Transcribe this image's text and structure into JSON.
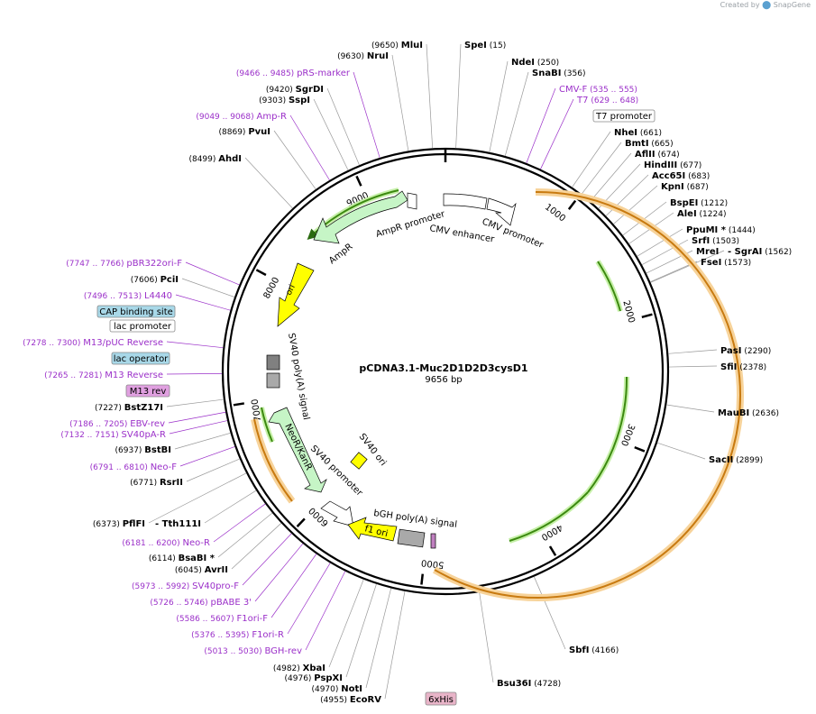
{
  "app": {
    "credit_prefix": "Created by",
    "credit_brand": "SnapGene"
  },
  "plasmid": {
    "name": "pCDNA3.1-Muc2D1D2D3cysD1",
    "size_label": "9656 bp",
    "length": 9656
  },
  "ruler_labels": [
    "1000",
    "2000",
    "3000",
    "4000",
    "5000",
    "6000",
    "7000",
    "8000",
    "9000"
  ],
  "colors": {
    "primer": "#9b30c9",
    "enzyme": "#000000",
    "cds": "#c6f5c6",
    "ori": "#ffff00",
    "orf_arc": "#e8a040",
    "polyA": "#a9a9a9",
    "promoter": "#ffffff",
    "tag_box": "#e8b4c8",
    "feature_box": "#a8d8e8"
  },
  "enzymes": [
    {
      "name": "MluI",
      "pos": "(9650)"
    },
    {
      "name": "SpeI",
      "pos": "(15)"
    },
    {
      "name": "NruI",
      "pos": "(9630)"
    },
    {
      "name": "NdeI",
      "pos": "(250)"
    },
    {
      "name": "SnaBI",
      "pos": "(356)"
    },
    {
      "name": "SgrDI",
      "pos": "(9420)"
    },
    {
      "name": "SspI",
      "pos": "(9303)"
    },
    {
      "name": "PvuI",
      "pos": "(8869)"
    },
    {
      "name": "NheI",
      "pos": "(661)"
    },
    {
      "name": "BmtI",
      "pos": "(665)"
    },
    {
      "name": "AflII",
      "pos": "(674)"
    },
    {
      "name": "HindIII",
      "pos": "(677)"
    },
    {
      "name": "Acc65I",
      "pos": "(683)"
    },
    {
      "name": "KpnI",
      "pos": "(687)"
    },
    {
      "name": "AhdI",
      "pos": "(8499)"
    },
    {
      "name": "BspEI",
      "pos": "(1212)"
    },
    {
      "name": "AleI",
      "pos": "(1224)"
    },
    {
      "name": "PpuMI *",
      "pos": "(1444)"
    },
    {
      "name": "SrfI",
      "pos": "(1503)"
    },
    {
      "name": "MreI",
      "pos": ""
    },
    {
      "name": "- SgrAI",
      "pos": "(1562)"
    },
    {
      "name": "FseI",
      "pos": "(1573)"
    },
    {
      "name": "PciI",
      "pos": "(7606)"
    },
    {
      "name": "PasI",
      "pos": "(2290)"
    },
    {
      "name": "SfiI",
      "pos": "(2378)"
    },
    {
      "name": "BstZ17I",
      "pos": "(7227)"
    },
    {
      "name": "MauBI",
      "pos": "(2636)"
    },
    {
      "name": "BstBI",
      "pos": "(6937)"
    },
    {
      "name": "SacII",
      "pos": "(2899)"
    },
    {
      "name": "RsrII",
      "pos": "(6771)"
    },
    {
      "name": "PflFI",
      "pos": "(6373)"
    },
    {
      "name": "- Tth111I",
      "pos": ""
    },
    {
      "name": "BsaBI *",
      "pos": "(6114)"
    },
    {
      "name": "AvrII",
      "pos": "(6045)"
    },
    {
      "name": "SbfI",
      "pos": "(4166)"
    },
    {
      "name": "Bsu36I",
      "pos": "(4728)"
    },
    {
      "name": "XbaI",
      "pos": "(4982)"
    },
    {
      "name": "PspXI",
      "pos": "(4976)"
    },
    {
      "name": "NotI",
      "pos": "(4970)"
    },
    {
      "name": "EcoRV",
      "pos": "(4955)"
    }
  ],
  "primers": [
    {
      "name": "pRS-marker",
      "range": "(9466 .. 9485)"
    },
    {
      "name": "CMV-F",
      "range": "(535 .. 555)"
    },
    {
      "name": "T7",
      "range": "(629 .. 648)"
    },
    {
      "name": "Amp-R",
      "range": "(9049 .. 9068)"
    },
    {
      "name": "pBR322ori-F",
      "range": "(7747 .. 7766)"
    },
    {
      "name": "L4440",
      "range": "(7496 .. 7513)"
    },
    {
      "name": "M13/pUC Reverse",
      "range": "(7278 .. 7300)"
    },
    {
      "name": "M13 Reverse",
      "range": "(7265 .. 7281)"
    },
    {
      "name": "EBV-rev",
      "range": "(7186 .. 7205)"
    },
    {
      "name": "SV40pA-R",
      "range": "(7132 .. 7151)"
    },
    {
      "name": "Neo-F",
      "range": "(6791 .. 6810)"
    },
    {
      "name": "Neo-R",
      "range": "(6181 .. 6200)"
    },
    {
      "name": "SV40pro-F",
      "range": "(5973 .. 5992)"
    },
    {
      "name": "pBABE 3'",
      "range": "(5726 .. 5746)"
    },
    {
      "name": "F1ori-F",
      "range": "(5586 .. 5607)"
    },
    {
      "name": "F1ori-R",
      "range": "(5376 .. 5395)"
    },
    {
      "name": "BGH-rev",
      "range": "(5013 .. 5030)"
    }
  ],
  "boxed_features": [
    "T7 promoter",
    "CAP binding site",
    "lac promoter",
    "lac operator",
    "M13 rev",
    "6xHis"
  ],
  "map_features": [
    "AmpR promoter",
    "CMV enhancer",
    "CMV promoter",
    "AmpR",
    "ori",
    "SV40 poly(A) signal",
    "NeoR/KanR",
    "SV40 promoter",
    "SV40 ori",
    "bGH poly(A) signal",
    "f1 ori"
  ]
}
